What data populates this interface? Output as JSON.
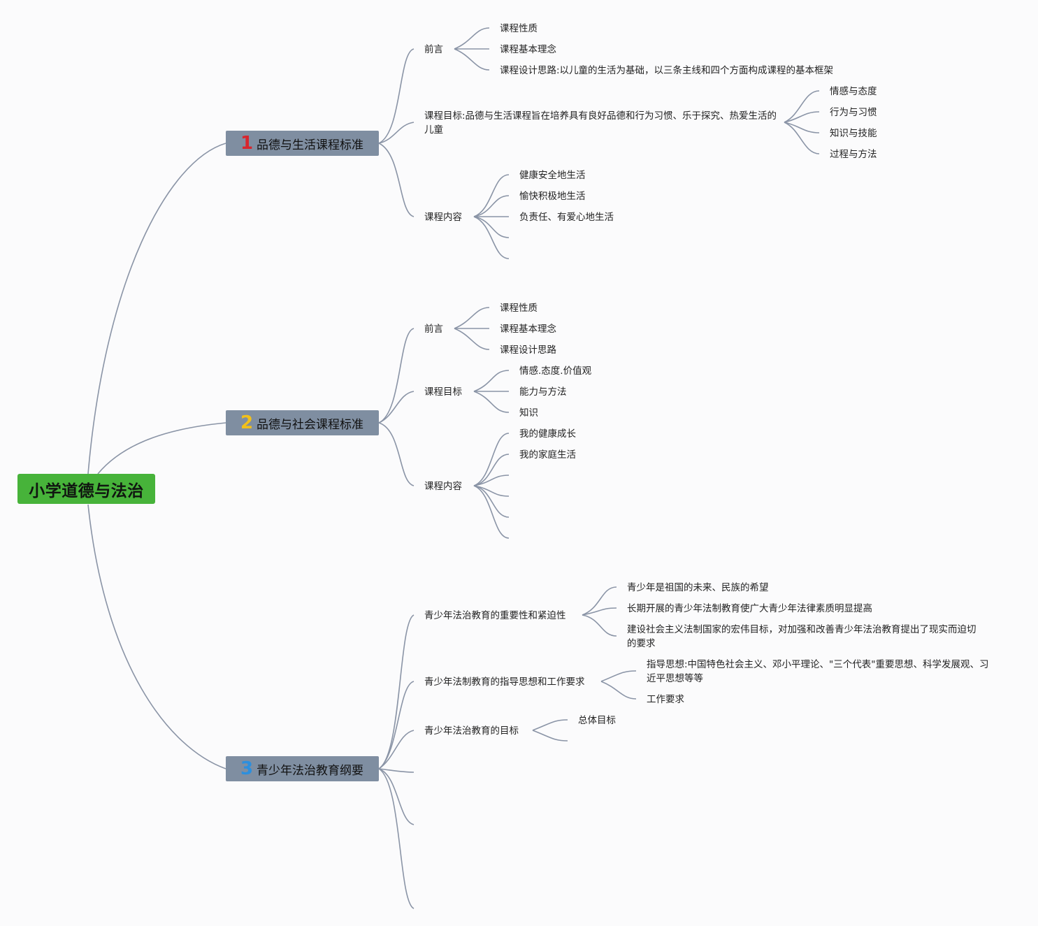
{
  "root": {
    "label": "小学道德与法治"
  },
  "branches": [
    {
      "number": "1",
      "label": "品德与生活课程标准",
      "children": [
        {
          "label": "前言",
          "children": [
            "课程性质",
            "课程基本理念",
            "课程设计思路:以儿童的生活为基础，以三条主线和四个方面构成课程的基本框架"
          ]
        },
        {
          "label": "课程目标:品德与生活课程旨在培养具有良好品德和行为习惯、乐于探究、热爱生活的儿童",
          "children": [
            "情感与态度",
            "行为与习惯",
            "知识与技能",
            "过程与方法"
          ]
        },
        {
          "label": "课程内容",
          "children": [
            "健康安全地生活",
            "愉快积极地生活",
            "负责任、有爱心地生活",
            "",
            ""
          ]
        }
      ]
    },
    {
      "number": "2",
      "label": "品德与社会课程标准",
      "children": [
        {
          "label": "前言",
          "children": [
            "课程性质",
            "课程基本理念",
            "课程设计思路"
          ]
        },
        {
          "label": "课程目标",
          "children": [
            "情感.态度.价值观",
            "能力与方法",
            "知识"
          ]
        },
        {
          "label": "课程内容",
          "children": [
            "我的健康成长",
            "我的家庭生活",
            "",
            "",
            "",
            ""
          ]
        }
      ]
    },
    {
      "number": "3",
      "label": "青少年法治教育纲要",
      "children": [
        {
          "label": "青少年法治教育的重要性和紧迫性",
          "children": [
            "青少年是祖国的未来、民族的希望",
            "长期开展的青少年法制教育使广大青少年法律素质明显提高",
            "建设社会主义法制国家的宏伟目标，对加强和改善青少年法治教育提出了现实而迫切的要求"
          ]
        },
        {
          "label": "青少年法制教育的指导思想和工作要求",
          "children": [
            "指导思想:中国特色社会主义、邓小平理论、\"三个代表\"重要思想、科学发展观、习近平思想等等",
            "工作要求"
          ]
        },
        {
          "label": "青少年法治教育的目标",
          "children": [
            "总体目标",
            ""
          ]
        },
        {
          "label": "",
          "children": []
        },
        {
          "label": "",
          "children": []
        },
        {
          "label": "",
          "children": []
        }
      ]
    }
  ]
}
